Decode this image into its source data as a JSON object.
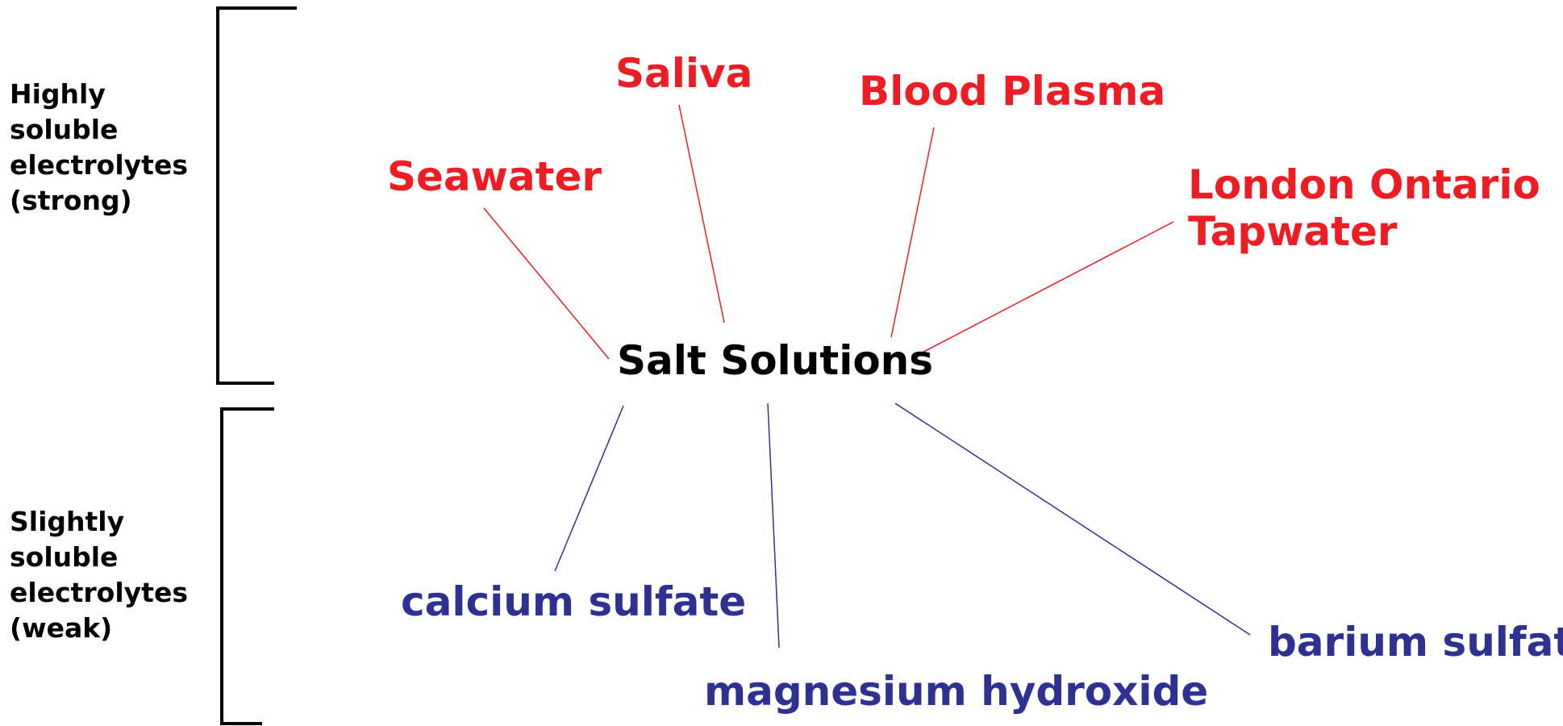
{
  "colors": {
    "text": "#000000",
    "strong": "#ee1d24",
    "weak": "#2e3192",
    "bracket": "#000000"
  },
  "side_labels": {
    "strong": [
      "Highly",
      "soluble",
      "electrolytes",
      "(strong)"
    ],
    "weak": [
      "Slightly",
      "soluble",
      "electrolytes",
      "(weak)"
    ]
  },
  "center": {
    "label": "Salt Solutions"
  },
  "strong_nodes": [
    {
      "id": "seawater",
      "lines": [
        "Seawater"
      ]
    },
    {
      "id": "saliva",
      "lines": [
        "Saliva"
      ]
    },
    {
      "id": "blood-plasma",
      "lines": [
        "Blood Plasma"
      ]
    },
    {
      "id": "london-ontario-tapwater",
      "lines": [
        "London Ontario",
        "Tapwater"
      ]
    }
  ],
  "weak_nodes": [
    {
      "id": "calcium-sulfate",
      "lines": [
        "calcium sulfate"
      ]
    },
    {
      "id": "magnesium-hydroxide",
      "lines": [
        "magnesium hydroxide"
      ]
    },
    {
      "id": "barium-sulfate",
      "lines": [
        "barium sulfate"
      ]
    }
  ]
}
